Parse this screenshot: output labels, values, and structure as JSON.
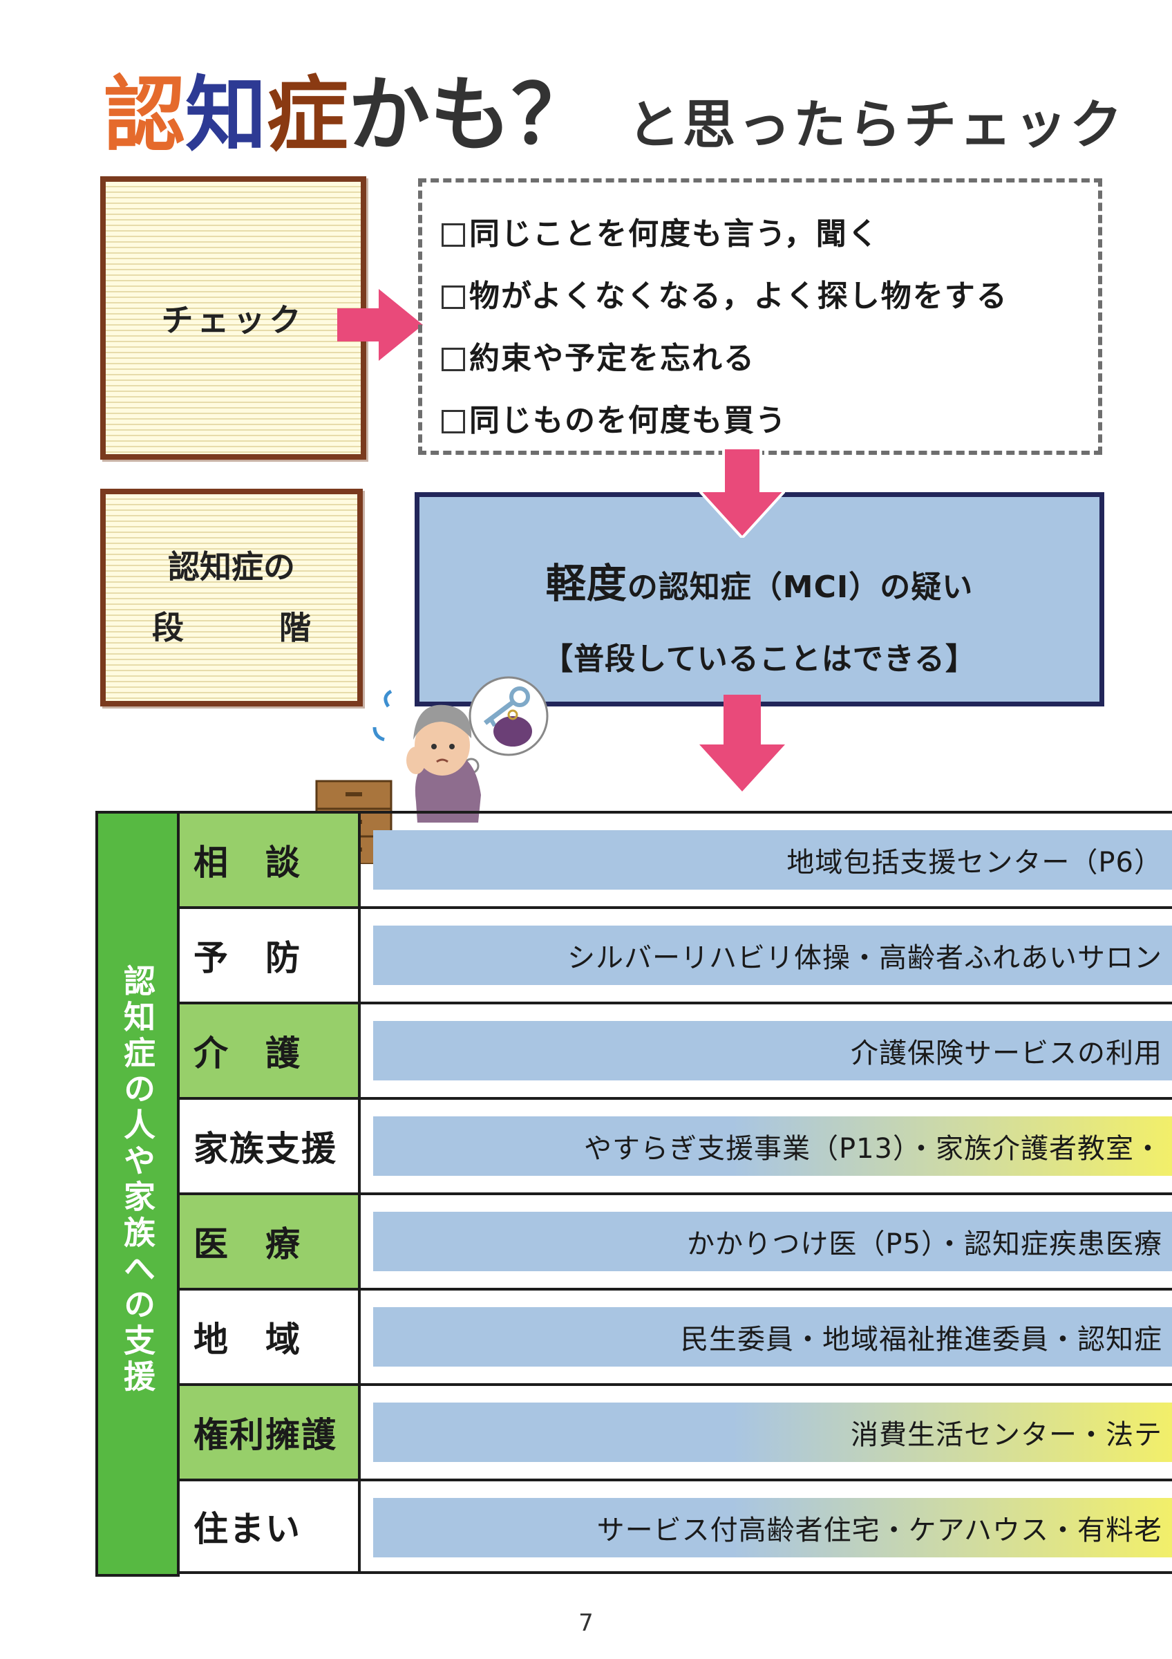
{
  "title": {
    "part1": "認",
    "part2": "知",
    "part3": "症",
    "part4": "かも？",
    "part5": "と思ったらチェック"
  },
  "check_label": "チェック",
  "checklist": [
    "同じことを何度も言う，聞く",
    "物がよくなくなる，よく探し物をする",
    "約束や予定を忘れる",
    "同じものを何度も買う"
  ],
  "stage_label": {
    "line1": "認知症の",
    "line2a": "段",
    "line2b": "階"
  },
  "stage": {
    "big": "軽度",
    "rest": "の認知症（MCI）の疑い",
    "line2": "【普段していることはできる】"
  },
  "table": {
    "side_title": "認知症の人や家族への支援",
    "rows": [
      {
        "label": "相　談",
        "text": "地域包括支援センター（P6）"
      },
      {
        "label": "予　防",
        "text": "シルバーリハビリ体操・高齢者ふれあいサロン"
      },
      {
        "label": "介　護",
        "text": "介護保険サービスの利用"
      },
      {
        "label": "家族支援",
        "text": "やすらぎ支援事業（P13）・家族介護者教室・"
      },
      {
        "label": "医　療",
        "text": "かかりつけ医（P5）・認知症疾患医療"
      },
      {
        "label": "地　域",
        "text": "民生委員・地域福祉推進委員・認知症"
      },
      {
        "label": "権利擁護",
        "text": "消費生活センター・法テ"
      },
      {
        "label": "住まい",
        "text": "サービス付高齢者住宅・ケアハウス・有料老"
      }
    ]
  },
  "page_number": "7",
  "colors": {
    "title_orange": "#e56a2c",
    "title_navy": "#2d3a94",
    "arrow_pink": "#e94a7a",
    "bar_blue": "#a9c5e2",
    "side_green": "#57b942",
    "label_green": "#97cf6a",
    "highlight_yellow": "#f2ef6a"
  }
}
